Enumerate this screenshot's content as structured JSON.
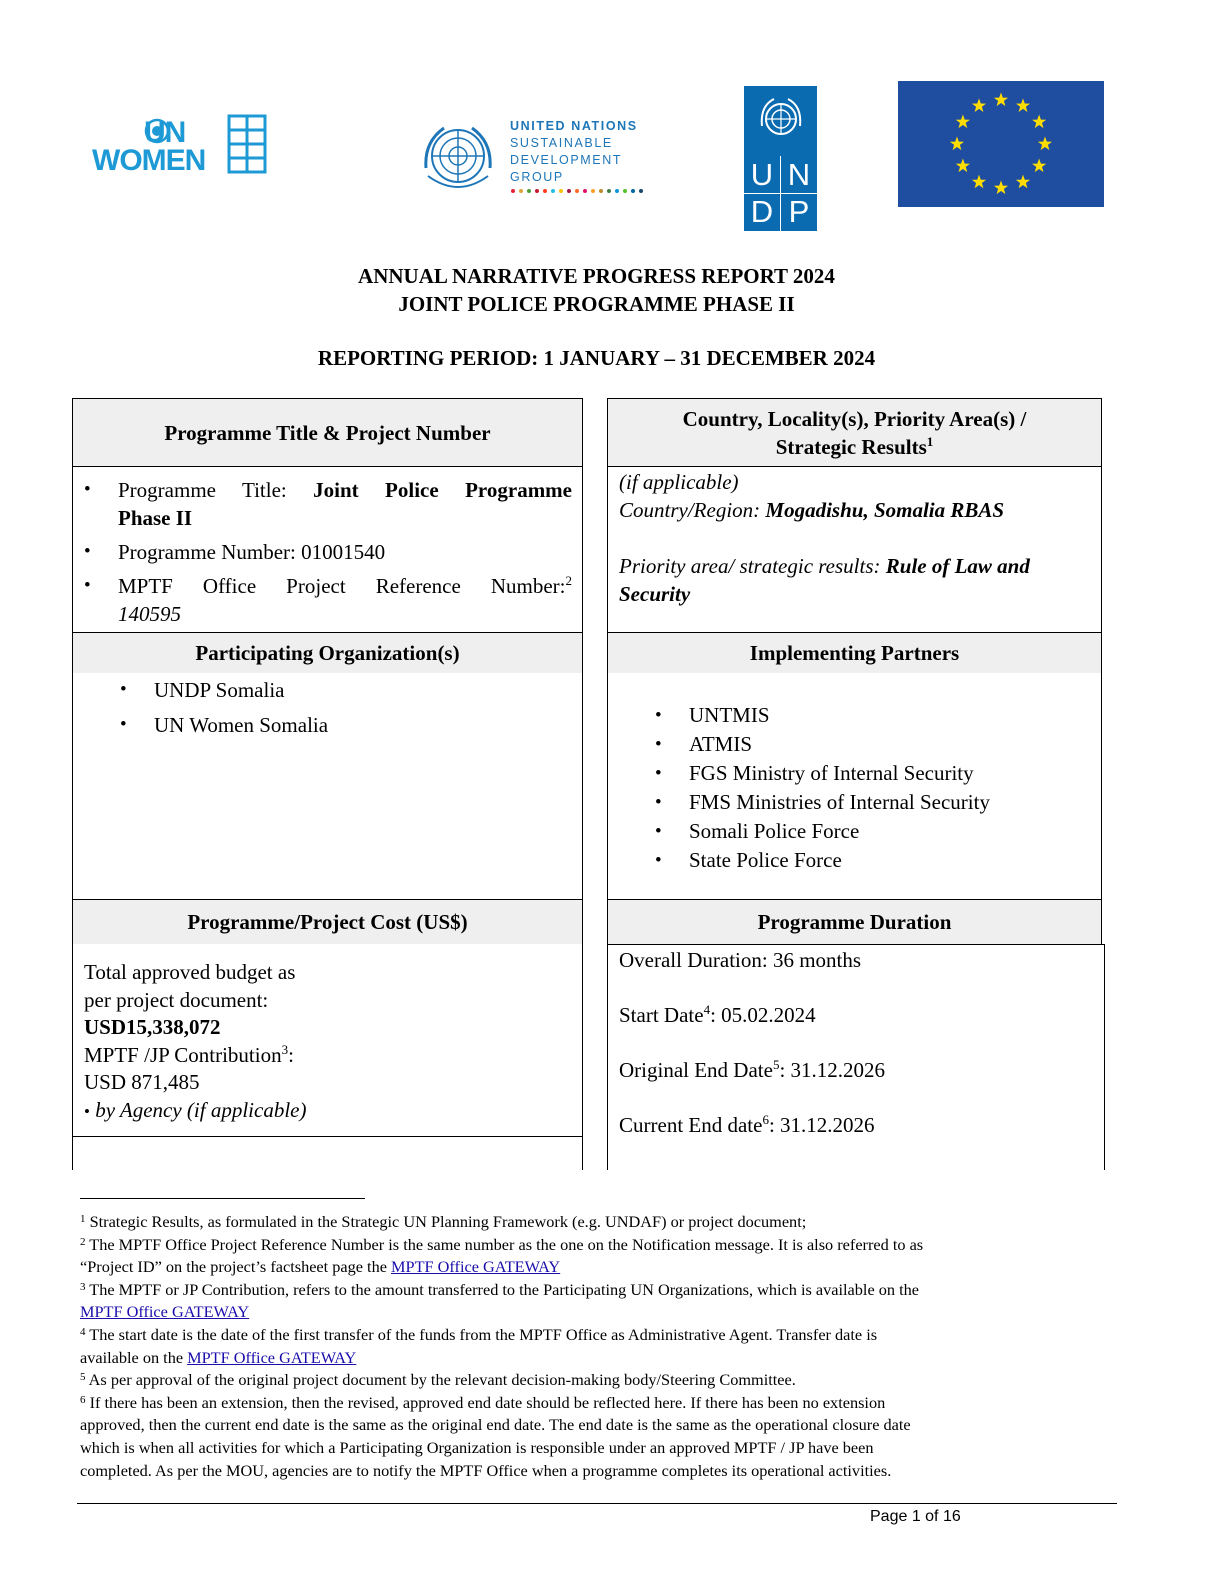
{
  "logos": {
    "unwomen_line1": "UN",
    "unwomen_line2": "WOMEN",
    "sdg_line1": "UNITED NATIONS",
    "sdg_line2": "SUSTAINABLE",
    "sdg_line3": "DEVELOPMENT",
    "sdg_line4": "GROUP",
    "undp_letters": [
      "U",
      "N",
      "D",
      "P"
    ],
    "colors": {
      "unwomen": "#1d9ad6",
      "sdg": "#1d76b8",
      "undp": "#0a6bb1",
      "eu_blue": "#1f4da0",
      "eu_star": "#ffdd00"
    }
  },
  "title": {
    "line1": "ANNUAL NARRATIVE PROGRESS REPORT 2024",
    "line2": "JOINT POLICE PROGRAMME PHASE II",
    "period": "REPORTING PERIOD: 1 JANUARY – 31 DECEMBER 2024"
  },
  "table": {
    "programme_title_header": "Programme Title & Project Number",
    "country_header": "Country, Locality(s), Priority Area(s) /",
    "country_header2": "Strategic Results",
    "country_header_sup": "1",
    "pt_label": "Programme Title: ",
    "pt_value": "Joint Police Programme",
    "pt_value2": "Phase II",
    "pn_label": "Programme Number: 01001540",
    "mptf_label": "MPTF Office Project Reference Number:",
    "mptf_sup": "2",
    "mptf_value": "140595",
    "if_applicable": "(if applicable)",
    "country_region_label": "Country/Region: ",
    "country_region_value": "Mogadishu, Somalia RBAS",
    "priority_label": "Priority area/ strategic results: ",
    "priority_value": "Rule of Law and",
    "priority_value2": "Security",
    "participating_header": "Participating Organization(s)",
    "participating": [
      "UNDP Somalia",
      "UN Women Somalia"
    ],
    "implementing_header": "Implementing Partners",
    "implementing": [
      "UNTMIS",
      "ATMIS",
      "FGS Ministry of Internal Security",
      "FMS Ministries of Internal Security",
      "Somali Police Force",
      "State Police Force"
    ],
    "cost_header": "Programme/Project Cost (US$)",
    "budget_line1": "Total approved budget as",
    "budget_line2": "per project document:",
    "budget_value": "USD15,338,072",
    "contribution_label": "MPTF /JP Contribution",
    "contribution_sup": "3",
    "contribution_colon": ":",
    "contribution_value": "USD 871,485",
    "by_agency": "by Agency (if applicable)",
    "duration_header": "Programme Duration",
    "overall_duration": "Overall Duration: 36 months",
    "start_label": "Start Date",
    "start_sup": "4",
    "start_value": ": 05.02.2024",
    "orig_end_label": "Original End Date",
    "orig_end_sup": "5",
    "orig_end_value": ": 31.12.2026",
    "curr_end_label": "Current End date",
    "curr_end_sup": "6",
    "curr_end_value": ": 31.12.2026"
  },
  "footnotes": {
    "fn1_num": "1",
    "fn1": " Strategic Results, as formulated in the Strategic UN Planning Framework (e.g. UNDAF) or project document;",
    "fn2_num": "2",
    "fn2a": " The MPTF Office Project Reference Number is the same number as the one on the Notification message. It is also referred to as",
    "fn2b": "“Project ID” on the project’s factsheet page the ",
    "fn3_num": "3",
    "fn3a": " The MPTF or JP Contribution, refers to the amount transferred to the Participating UN Organizations, which is available on the",
    "fn4_num": "4",
    "fn4a": " The start date is the date of the first transfer of the funds from the MPTF Office as Administrative Agent. Transfer date is",
    "fn4b": "available on the ",
    "fn5_num": "5",
    "fn5": " As per approval of the original project document by the relevant decision-making body/Steering Committee.",
    "fn6_num": "6",
    "fn6a": " If there has been an extension, then the revised, approved end date should be reflected here. If there has been no extension",
    "fn6b": "approved, then the current end date is the same as the original end date. The end date is the same as the operational closure date",
    "fn6c": "which is when all activities for which a Participating Organization is responsible under an approved MPTF / JP have been",
    "fn6d": "completed. As per the MOU, agencies are to notify the MPTF Office when a programme completes its operational activities.",
    "gateway_link": "MPTF Office GATEWAY"
  },
  "page_number": "Page 1 of 16"
}
